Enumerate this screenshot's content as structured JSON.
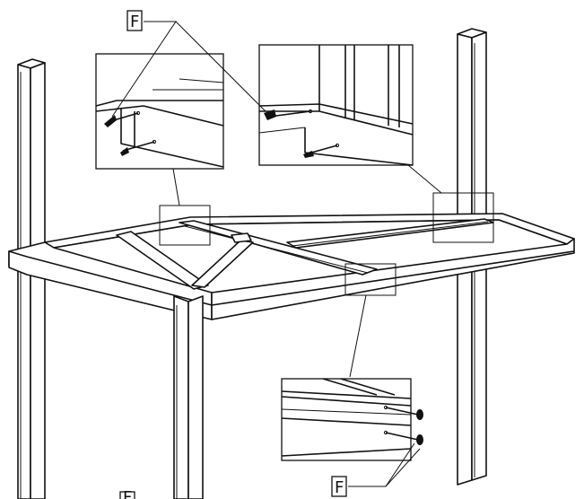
{
  "labels": {
    "fastener_top": "F",
    "fastener_bottom": "F",
    "fastener_corner": "F"
  }
}
